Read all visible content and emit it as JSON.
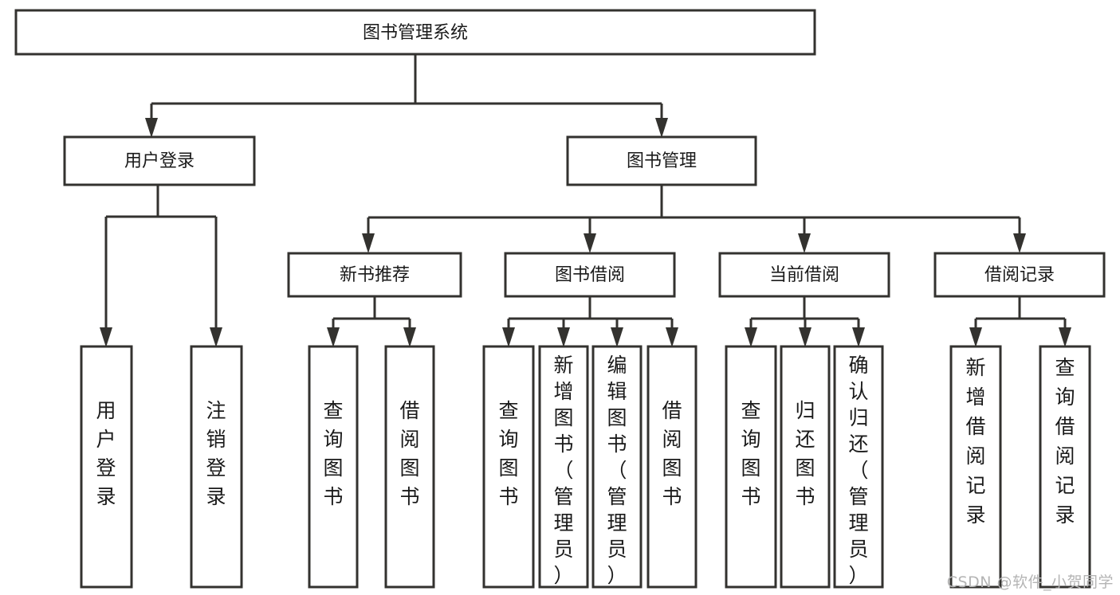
{
  "diagram": {
    "type": "tree-hierarchy",
    "title": "图书管理系统",
    "watermark": "CSDN @软件_小贺同学",
    "colors": {
      "stroke": "#33322f",
      "fill": "#ffffff",
      "text": "#1a1a1a",
      "watermark": "#b4b4b4",
      "background": "#ffffff"
    },
    "root": {
      "label": "图书管理系统"
    },
    "level2": [
      {
        "label": "用户登录"
      },
      {
        "label": "图书管理"
      }
    ],
    "level3": [
      {
        "label": "新书推荐"
      },
      {
        "label": "图书借阅"
      },
      {
        "label": "当前借阅"
      },
      {
        "label": "借阅记录"
      }
    ],
    "leaves": {
      "user_login": [
        {
          "label": "用户登录"
        },
        {
          "label": "注销登录"
        }
      ],
      "new_book": [
        {
          "label": "查询图书"
        },
        {
          "label": "借阅图书"
        }
      ],
      "book_borrow": [
        {
          "label": "查询图书"
        },
        {
          "label": "新增图书（管理员）"
        },
        {
          "label": "编辑图书（管理员）"
        },
        {
          "label": "借阅图书"
        }
      ],
      "current_borrow": [
        {
          "label": "查询图书"
        },
        {
          "label": "归还图书"
        },
        {
          "label": "确认归还（管理员）"
        }
      ],
      "borrow_record": [
        {
          "label": "新增借阅记录"
        },
        {
          "label": "查询借阅记录"
        }
      ]
    }
  }
}
